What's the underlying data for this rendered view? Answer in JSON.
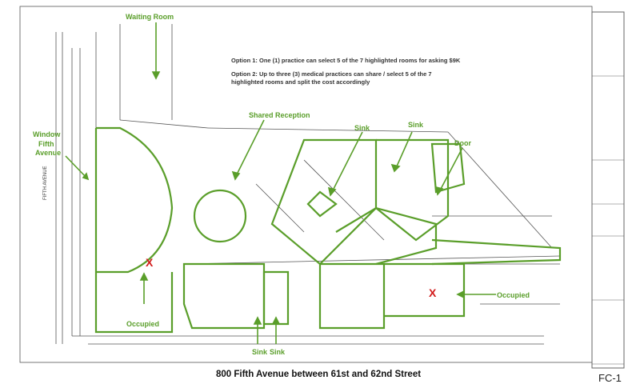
{
  "notes": {
    "option1": "Option 1: One (1) practice can select 5 of the 7 highlighted rooms for asking $9K",
    "option2_line1": "Option 2: Up to three (3) medical practices can share / select 5 of the 7",
    "option2_line2": "highlighted rooms and split the cost accordingly"
  },
  "labels": {
    "waiting_room": "Waiting Room",
    "window": "Window",
    "fifth_avenue_1": "Fifth",
    "fifth_avenue_2": "Avenue",
    "shared_reception": "Shared Reception",
    "sink_1": "Sink",
    "sink_2": "Sink",
    "door": "Door",
    "occupied_left": "Occupied",
    "occupied_right": "Occupied",
    "sink_3": "Sink",
    "sink_4": "Sink",
    "occupied_mark": "X",
    "street": "FIFTH AVENUE"
  },
  "footer_title": "800 Fifth Avenue between 61st and 62nd Street",
  "sheet_number": "FC-1",
  "colors": {
    "highlight": "#5a9e2a",
    "occupied": "#d21c1c"
  }
}
